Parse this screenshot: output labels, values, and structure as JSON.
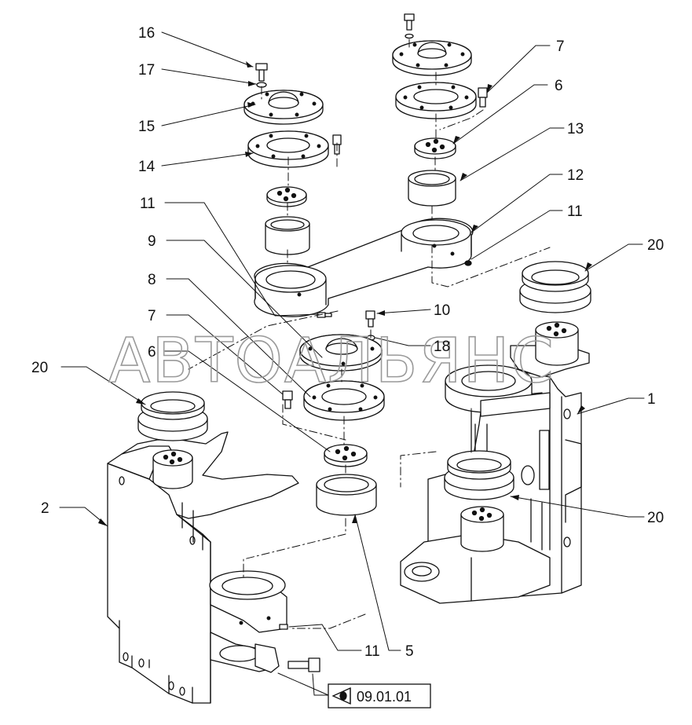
{
  "watermark": "АВТОАЛЬЯНС",
  "callouts": [
    {
      "id": "c16",
      "label": "16"
    },
    {
      "id": "c17",
      "label": "17"
    },
    {
      "id": "c15",
      "label": "15"
    },
    {
      "id": "c14",
      "label": "14"
    },
    {
      "id": "c11a",
      "label": "11"
    },
    {
      "id": "c9",
      "label": "9"
    },
    {
      "id": "c8",
      "label": "8"
    },
    {
      "id": "c7a",
      "label": "7"
    },
    {
      "id": "c6a",
      "label": "6"
    },
    {
      "id": "c20a",
      "label": "20"
    },
    {
      "id": "c2",
      "label": "2"
    },
    {
      "id": "c7b",
      "label": "7"
    },
    {
      "id": "c6b",
      "label": "6"
    },
    {
      "id": "c13",
      "label": "13"
    },
    {
      "id": "c12",
      "label": "12"
    },
    {
      "id": "c11b",
      "label": "11"
    },
    {
      "id": "c20b",
      "label": "20"
    },
    {
      "id": "c10",
      "label": "10"
    },
    {
      "id": "c18",
      "label": "18"
    },
    {
      "id": "c1",
      "label": "1"
    },
    {
      "id": "c20c",
      "label": "20"
    },
    {
      "id": "c11c",
      "label": "11"
    },
    {
      "id": "c5",
      "label": "5"
    }
  ],
  "reference": {
    "code": "09.01.01",
    "icon": "view-eye-icon"
  },
  "colors": {
    "line": "#111111",
    "watermark": "#9a9a9a"
  }
}
